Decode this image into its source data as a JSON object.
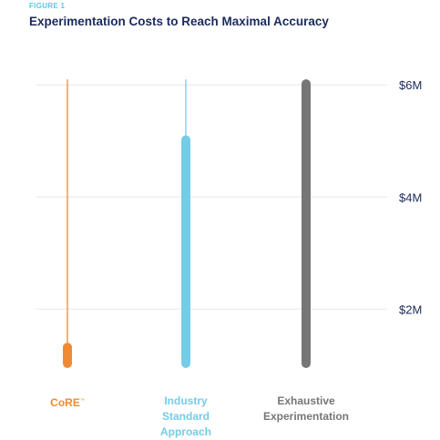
{
  "figure_label": "FIGURE 1",
  "title": "Experimentation Costs to Reach Maximal Accuracy",
  "chart_data": {
    "type": "bar",
    "title": "Experimentation Costs to Reach Maximal Accuracy",
    "y_unit": "$M",
    "ylim": [
      0.9,
      6.15
    ],
    "yticks": [
      2,
      4,
      6
    ],
    "ytick_labels": [
      "$2M",
      "$4M",
      "$6M"
    ],
    "grid": true,
    "categories": [
      "CoRE",
      "Industry Standard Approach",
      "Exhaustive Experimentation"
    ],
    "category_lines": [
      [
        "CoRE",
        "™"
      ],
      [
        "Industry",
        "Standard",
        "Approach"
      ],
      [
        "Exhaustive",
        "Experimentation"
      ]
    ],
    "bars": [
      {
        "category": "CoRE",
        "low": 0.95,
        "high": 1.4,
        "range_high": 6.1,
        "color": "#f08a32"
      },
      {
        "category": "Industry Standard Approach",
        "low": 0.95,
        "high": 5.1,
        "range_high": 6.1,
        "color": "#74cce7"
      },
      {
        "category": "Exhaustive Experimentation",
        "low": 0.95,
        "high": 6.1,
        "range_high": 6.1,
        "color": "#767676"
      }
    ]
  },
  "colors": {
    "title": "#1b2a5c",
    "figure_label": "#5bc7e6",
    "grid": "#eeeeee"
  }
}
